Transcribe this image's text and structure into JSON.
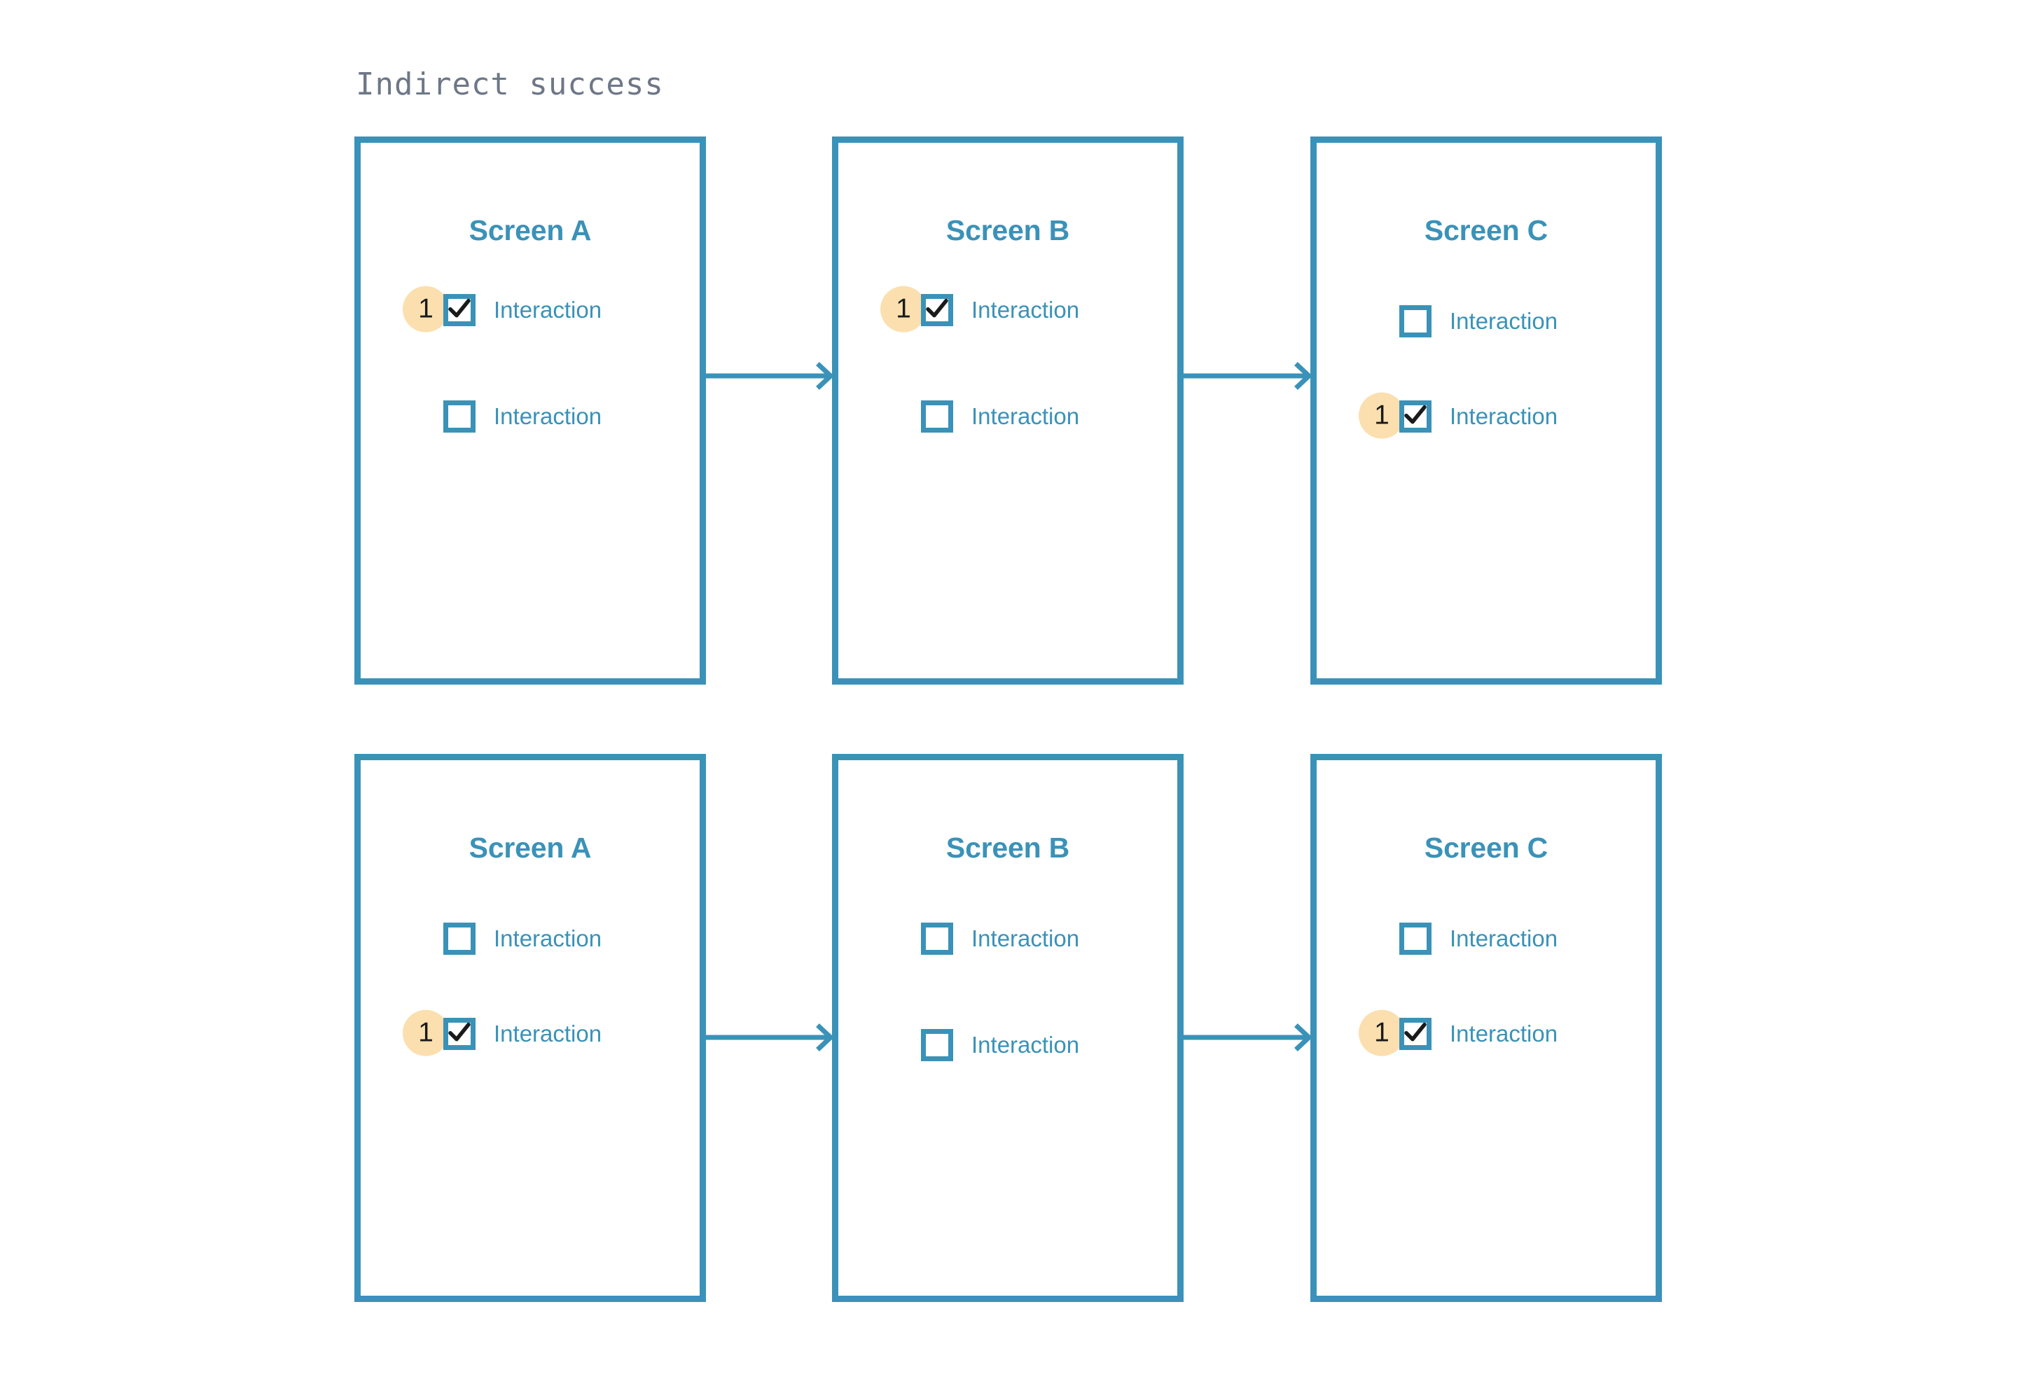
{
  "page": {
    "title": "Indirect success",
    "background": "#ffffff"
  },
  "colors": {
    "accent_blue": "#3a92b8",
    "badge_peach": "#fbdfae",
    "title_gray": "#6e7787",
    "check_black": "#1a1a1a"
  },
  "labels": {
    "interaction": "Interaction",
    "step_number": "1"
  },
  "rows": [
    {
      "name": "top-flow",
      "arrows": [
        {
          "name": "arrow-a-to-b",
          "position": "top"
        },
        {
          "name": "arrow-b-to-c",
          "position": "top"
        }
      ],
      "screens": [
        {
          "title": "Screen A",
          "checkboxes": [
            {
              "label": "Interaction",
              "checked": true,
              "badge": "1"
            },
            {
              "label": "Interaction",
              "checked": false,
              "badge": null
            }
          ]
        },
        {
          "title": "Screen B",
          "checkboxes": [
            {
              "label": "Interaction",
              "checked": true,
              "badge": "1"
            },
            {
              "label": "Interaction",
              "checked": false,
              "badge": null
            }
          ]
        },
        {
          "title": "Screen C",
          "checkboxes": [
            {
              "label": "Interaction",
              "checked": false,
              "badge": null
            },
            {
              "label": "Interaction",
              "checked": true,
              "badge": "1"
            }
          ]
        }
      ]
    },
    {
      "name": "bottom-flow",
      "arrows": [
        {
          "name": "arrow-a-to-b",
          "position": "bottom"
        },
        {
          "name": "arrow-b-to-c",
          "position": "bottom"
        }
      ],
      "screens": [
        {
          "title": "Screen A",
          "checkboxes": [
            {
              "label": "Interaction",
              "checked": false,
              "badge": null
            },
            {
              "label": "Interaction",
              "checked": true,
              "badge": "1"
            }
          ]
        },
        {
          "title": "Screen B",
          "checkboxes": [
            {
              "label": "Interaction",
              "checked": false,
              "badge": null
            },
            {
              "label": "Interaction",
              "checked": false,
              "badge": null
            }
          ]
        },
        {
          "title": "Screen C",
          "checkboxes": [
            {
              "label": "Interaction",
              "checked": false,
              "badge": null
            },
            {
              "label": "Interaction",
              "checked": true,
              "badge": "1"
            }
          ]
        }
      ]
    }
  ]
}
